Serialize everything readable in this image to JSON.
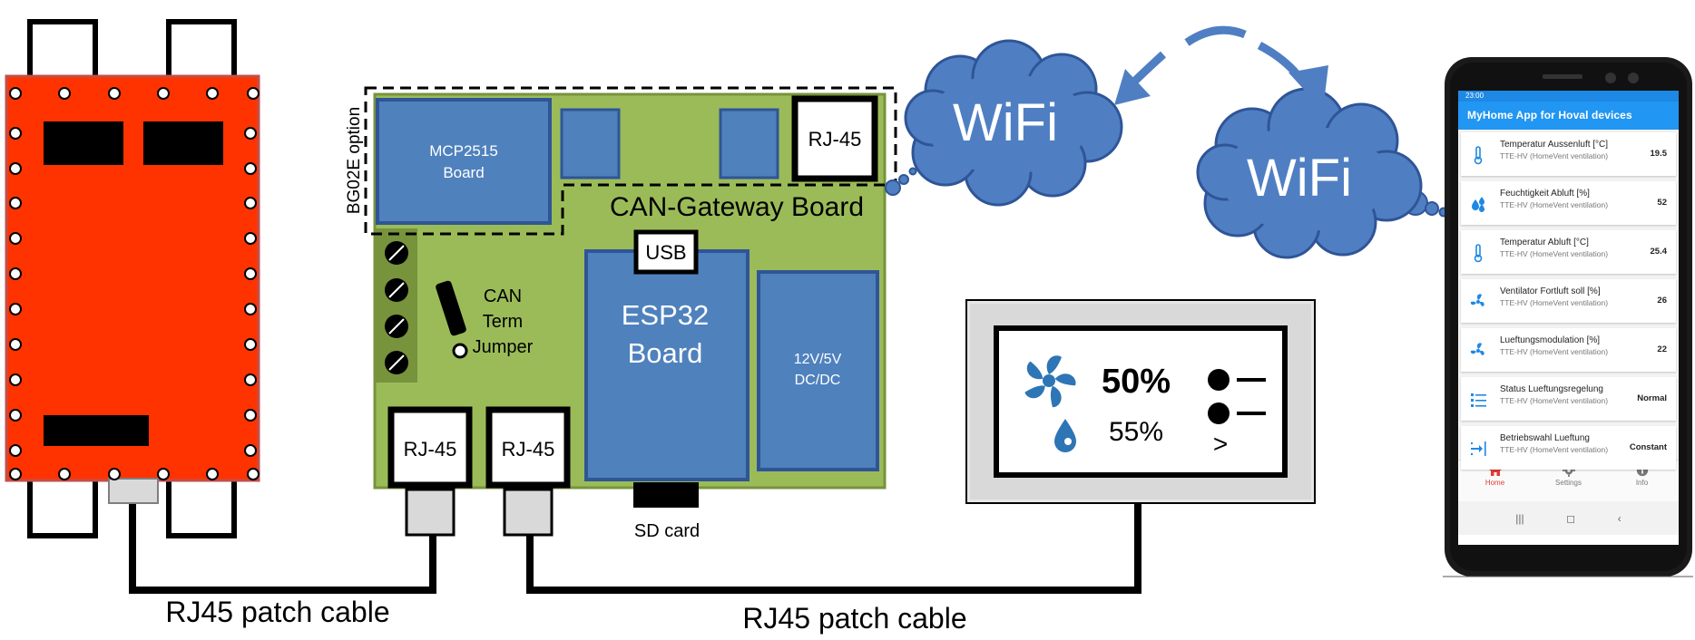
{
  "labels": {
    "bg02e_option": "BG02E option",
    "mcp2515_line1": "MCP2515",
    "mcp2515_line2": "Board",
    "rj45_top": "RJ-45",
    "can_gateway": "CAN-Gateway Board",
    "usb": "USB",
    "esp32_line1": "ESP32",
    "esp32_line2": "Board",
    "dcdc_line1": "12V/5V",
    "dcdc_line2": "DC/DC",
    "can_line1": "CAN",
    "can_line2": "Term",
    "can_line3": "Jumper",
    "rj45_left": "RJ-45",
    "rj45_right": "RJ-45",
    "sd_card": "SD card",
    "cable_left": "RJ45 patch cable",
    "cable_right": "RJ45 patch cable",
    "wifi_left": "WiFi",
    "wifi_right": "WiFi"
  },
  "display": {
    "fan_percent": "50%",
    "humidity_percent": "55%",
    "arrow": ">"
  },
  "app": {
    "status_time": "23:00",
    "title": "MyHome App for Hoval devices",
    "items": [
      {
        "icon": "thermometer-icon",
        "name": "Temperatur Aussenluft [°C]",
        "source": "TTE-HV (HomeVent ventilation)",
        "value": "19.5"
      },
      {
        "icon": "humidity-icon",
        "name": "Feuchtigkeit Abluft [%]",
        "source": "TTE-HV (HomeVent ventilation)",
        "value": "52"
      },
      {
        "icon": "thermometer-icon",
        "name": "Temperatur Abluft [°C]",
        "source": "TTE-HV (HomeVent ventilation)",
        "value": "25.4"
      },
      {
        "icon": "fan-icon",
        "name": "Ventilator Fortluft soll [%]",
        "source": "TTE-HV (HomeVent ventilation)",
        "value": "26"
      },
      {
        "icon": "fan-icon",
        "name": "Lueftungsmodulation [%]",
        "source": "TTE-HV (HomeVent ventilation)",
        "value": "22"
      },
      {
        "icon": "list-icon",
        "name": "Status Lueftungsregelung",
        "source": "TTE-HV (HomeVent ventilation)",
        "value": "Normal"
      },
      {
        "icon": "mode-icon",
        "name": "Betriebswahl Lueftung",
        "source": "TTE-HV (HomeVent ventilation)",
        "value": "Constant"
      }
    ],
    "nav": [
      {
        "icon": "home-icon",
        "label": "Home"
      },
      {
        "icon": "gear-icon",
        "label": "Settings"
      },
      {
        "icon": "info-icon",
        "label": "Info"
      }
    ],
    "sys_nav": [
      "|||",
      "◻",
      "‹"
    ]
  },
  "colors": {
    "hoval_board": "#ff3300",
    "gateway_board": "#9bbb59",
    "module_blue": "#4f81bd",
    "cloud_blue": "#4f7fc2",
    "app_blue": "#2196f3",
    "cable": "#000000"
  }
}
